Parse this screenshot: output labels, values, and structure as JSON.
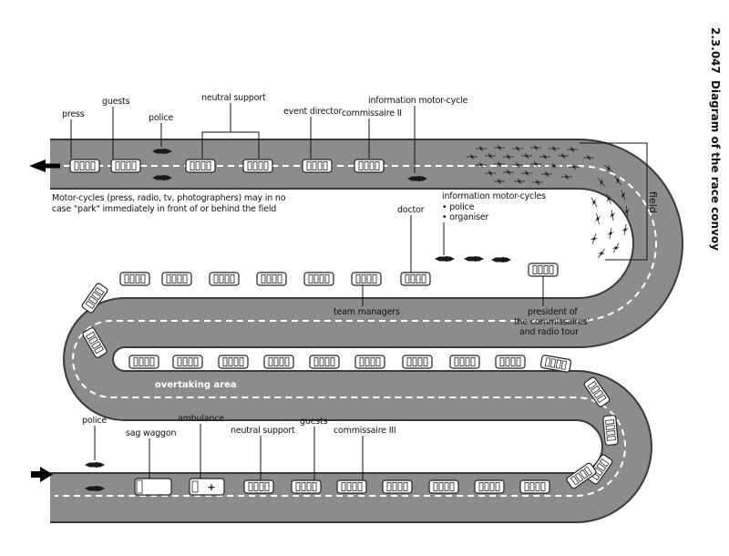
{
  "header": {
    "doc_number": "2.3.047",
    "title": "Diagram of the race convoy"
  },
  "field_label": "field",
  "zones": {
    "upper": "overtaking area",
    "middle": "overtaking area",
    "lower": "overtaking area"
  },
  "top_labels": {
    "press": "press",
    "guests": "guests",
    "police": "police",
    "neutral_support": "neutral support",
    "event_director": "event director",
    "commissaire_2": "commissaire II",
    "info_moto": "information motor-cycle"
  },
  "note": {
    "line1": "Motor-cycles (press, radio, tv, photographers) may in no",
    "line2": "case \"park\" immediately in front of or behind the field"
  },
  "info_motos": {
    "title": "information motor-cycles",
    "item1": "• police",
    "item2": "• organiser"
  },
  "middle_labels": {
    "doctor": "doctor",
    "team_managers": "team managers",
    "president_1": "president of",
    "president_2": "the commissaires'",
    "president_3": "and radio tour"
  },
  "bottom_labels": {
    "police": "police",
    "sag_waggon": "sag waggon",
    "ambulance": "ambulance",
    "neutral_support": "neutral support",
    "guests": "guests",
    "commissaire_3": "commissaire III"
  },
  "colors": {
    "road": "#8c8c8c",
    "road_edge": "#3a3a3a",
    "center_line": "#ffffff",
    "vehicle": "#ffffff"
  }
}
